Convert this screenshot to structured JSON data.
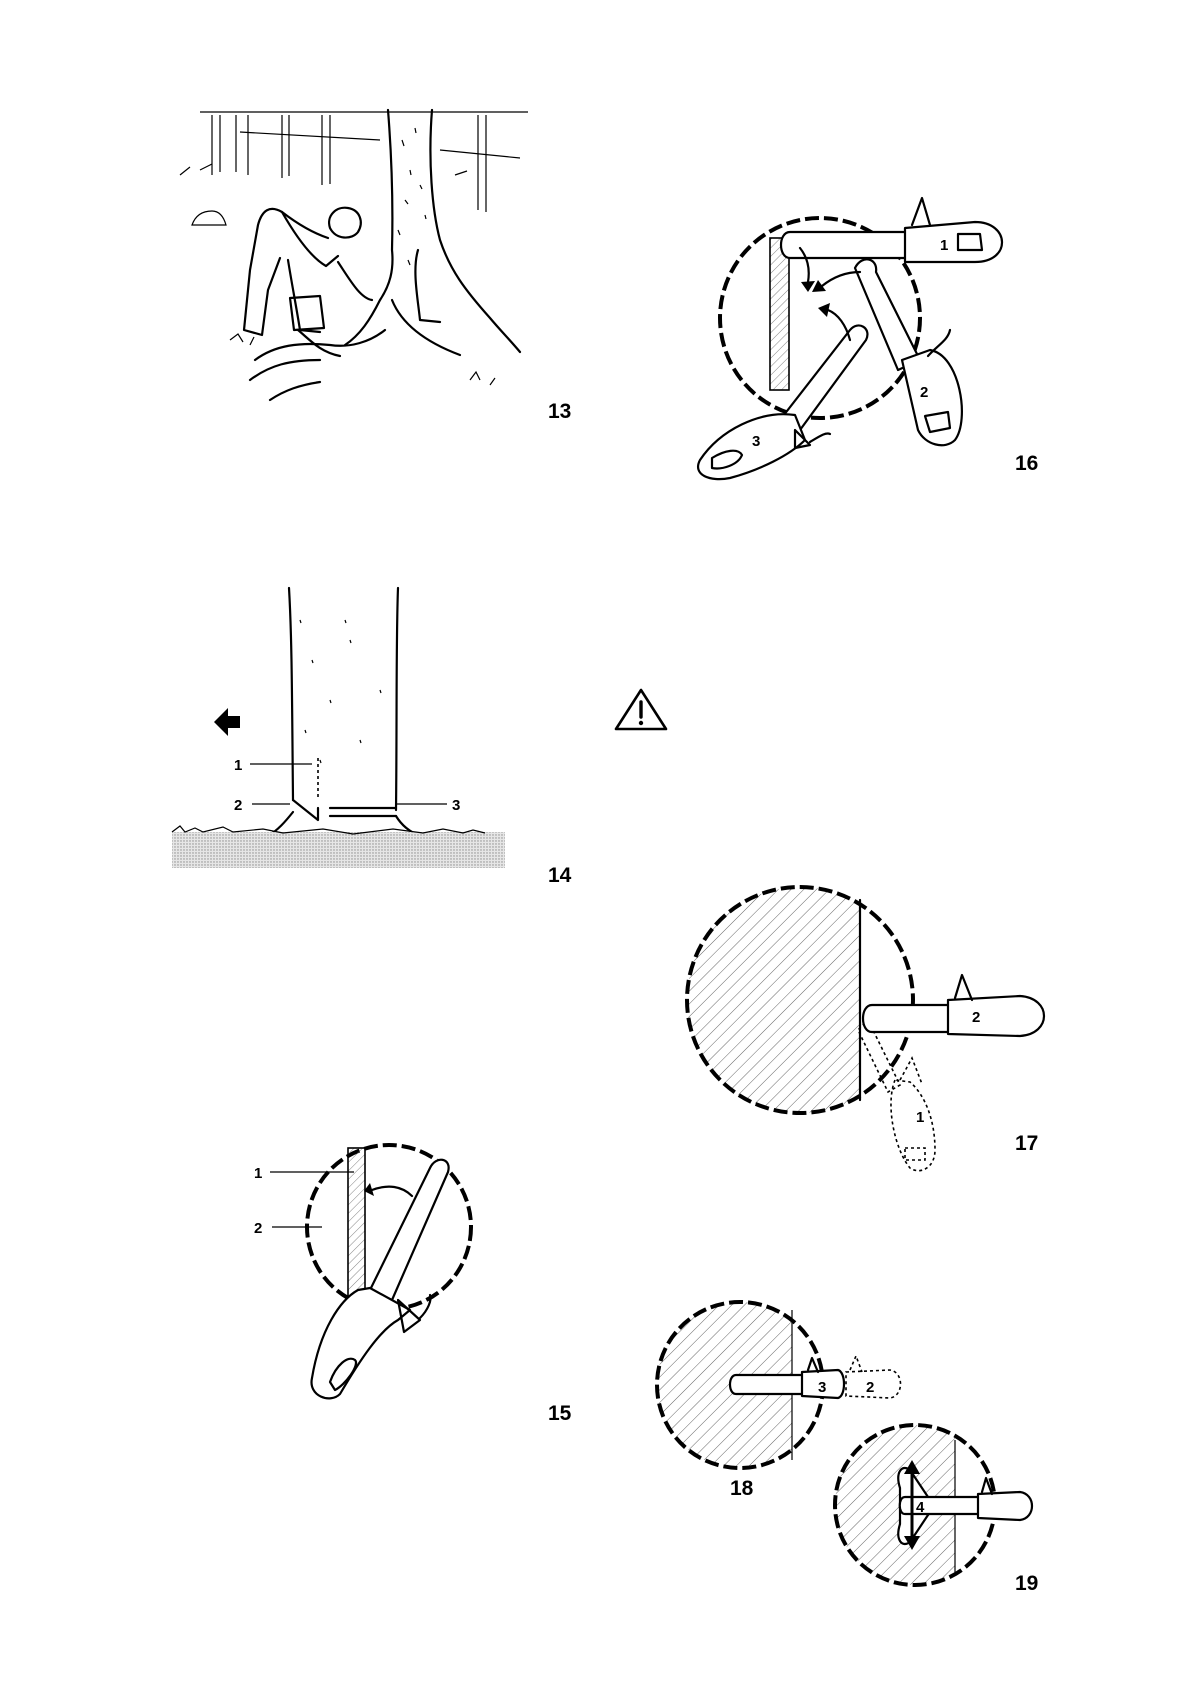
{
  "figures": {
    "fig13": {
      "number": "13"
    },
    "fig14": {
      "number": "14",
      "labels": [
        "1",
        "2",
        "3"
      ]
    },
    "fig15": {
      "number": "15",
      "labels": [
        "1",
        "2"
      ]
    },
    "fig16": {
      "number": "16",
      "labels": [
        "1",
        "2",
        "3"
      ]
    },
    "fig17": {
      "number": "17",
      "labels": [
        "2",
        "1"
      ]
    },
    "fig18": {
      "number": "18",
      "labels": [
        "3",
        "2"
      ]
    },
    "fig19": {
      "number": "19",
      "labels": [
        "4"
      ]
    }
  },
  "icons": {
    "warning": "warning-triangle-icon",
    "direction": "left-arrow-icon"
  }
}
